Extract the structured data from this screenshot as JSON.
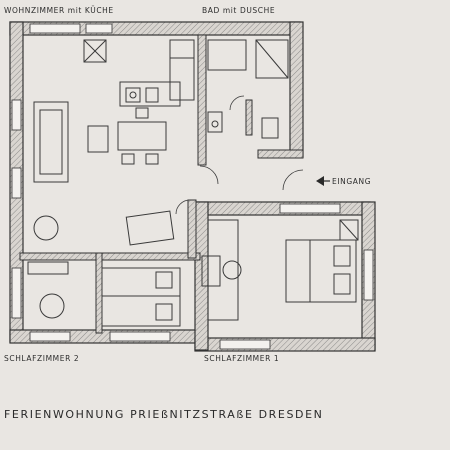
{
  "rooms": {
    "living_kitchen": "WOHNZIMMER mit KÜCHE",
    "bath": "BAD mit DUSCHE",
    "entrance": "EINGANG",
    "bedroom2": "SCHLAFZIMMER 2",
    "bedroom1": "SCHLAFZIMMER 1"
  },
  "title": "FERIENWOHNUNG PRIEßNITZSTRAßE DRESDEN",
  "colors": {
    "paper": "#e9e6e2",
    "wall_fill": "#d8d4cf",
    "ink": "#3a3a3a"
  }
}
